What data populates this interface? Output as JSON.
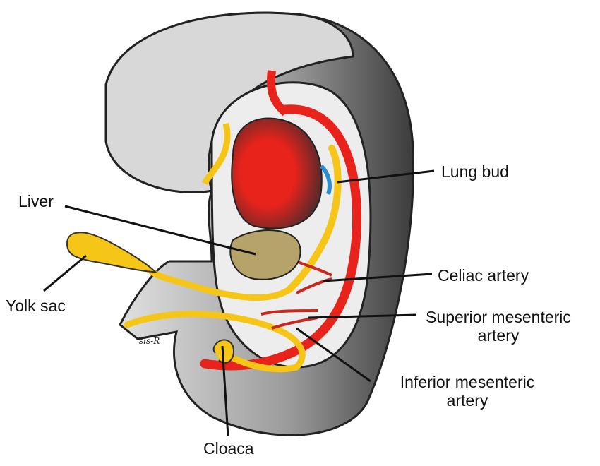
{
  "labels": {
    "lung_bud": "Lung bud",
    "liver": "Liver",
    "yolk_sac": "Yolk sac",
    "celiac": "Celiac artery",
    "sma_1": "Superior mesenteric",
    "sma_2": "artery",
    "ima_1": "Inferior mesenteric",
    "ima_2": "artery",
    "cloaca": "Cloaca"
  },
  "signature": "sls-R",
  "colors": {
    "artery": "#e8231b",
    "gut": "#f5c518",
    "liver": "#b5a36a",
    "body_dark": "#555555",
    "body_light": "#d9d9d9",
    "vein": "#2a8fd0"
  }
}
